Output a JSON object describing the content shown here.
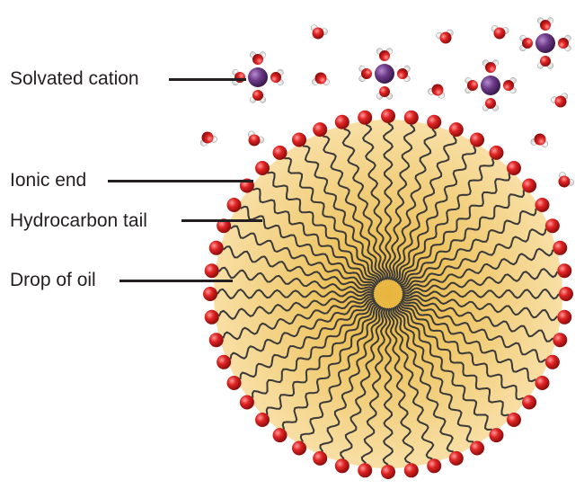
{
  "labels": {
    "solvated_cation": "Solvated cation",
    "ionic_end": "Ionic end",
    "hydrocarbon_tail": "Hydrocarbon tail",
    "drop_of_oil": "Drop of oil"
  },
  "colors": {
    "oil_drop_center": "#e8b53c",
    "oil_drop_edge": "#f8dfa5",
    "ionic_head": "#e02424",
    "tail": "#3a3a3a",
    "cation": "#6b3a86",
    "water_oxygen": "#d9262b",
    "water_hydrogen": "#ffffff",
    "leader_line": "#231f20",
    "text": "#231f20"
  },
  "micelle": {
    "surfactant_count": 48
  },
  "icons": {
    "ionic_head": "red-sphere",
    "cation": "purple-sphere",
    "water": "water-molecule"
  }
}
